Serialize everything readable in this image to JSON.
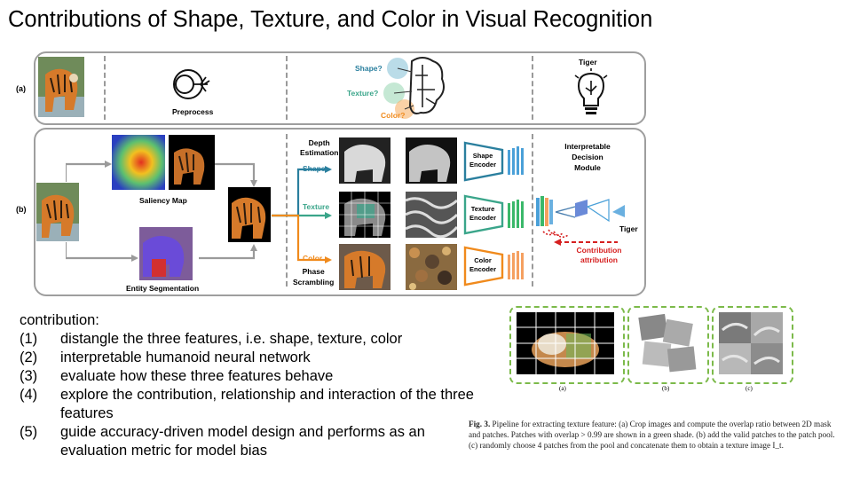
{
  "title": "Contributions of Shape, Texture, and Color in Visual Recognition",
  "figure_a": {
    "row_label": "(a)",
    "preprocess_label": "Preprocess",
    "brain_labels": [
      "Shape?",
      "Texture?",
      "Color?"
    ],
    "output_label": "Tiger"
  },
  "figure_b": {
    "row_label": "(b)",
    "saliency_label": "Saliency Map",
    "segmentation_label": "Entity Segmentation",
    "depth_label": "Depth\nEstimation",
    "phase_label": "Phase\nScrambling",
    "branch_labels": [
      "Shape",
      "Texture",
      "Color"
    ],
    "encoder_labels": [
      "Shape\nEncoder",
      "Texture\nEncoder",
      "Color\nEncoder"
    ],
    "decision_label": "Interpretable\nDecision\nModule",
    "output_label": "Tiger",
    "attribution_label": "Contribution\nattribution"
  },
  "colors": {
    "shape": "#2a7f9e",
    "texture": "#3aa58a",
    "color": "#f08a1c",
    "attribution": "#d62020",
    "panel_border": "#9e9e9e",
    "green_dash": "#7cba4a"
  },
  "contributions": {
    "heading": "contribution:",
    "items": [
      {
        "num": "(1)",
        "text": "distangle the three features, i.e. shape, texture, color"
      },
      {
        "num": "(2)",
        "text": "interpretable humanoid neural network"
      },
      {
        "num": "(3)",
        "text": "evaluate how these three features behave"
      },
      {
        "num": "(4)",
        "text": "explore the contribution, relationship and interaction of the three features"
      },
      {
        "num": "(5)",
        "text": "guide accuracy-driven model design and performs as an evaluation metric for model bias"
      }
    ]
  },
  "figure3": {
    "panel_labels": [
      "(a)",
      "(b)",
      "(c)"
    ],
    "caption_bold": "Fig. 3.",
    "caption_text": "Pipeline for extracting texture feature: (a) Crop images and compute the overlap ratio between 2D mask and patches. Patches with overlap > 0.99 are shown in a green shade. (b) add the valid patches to the patch pool. (c) randomly choose 4 patches from the pool and concatenate them to obtain a texture image I_t."
  }
}
